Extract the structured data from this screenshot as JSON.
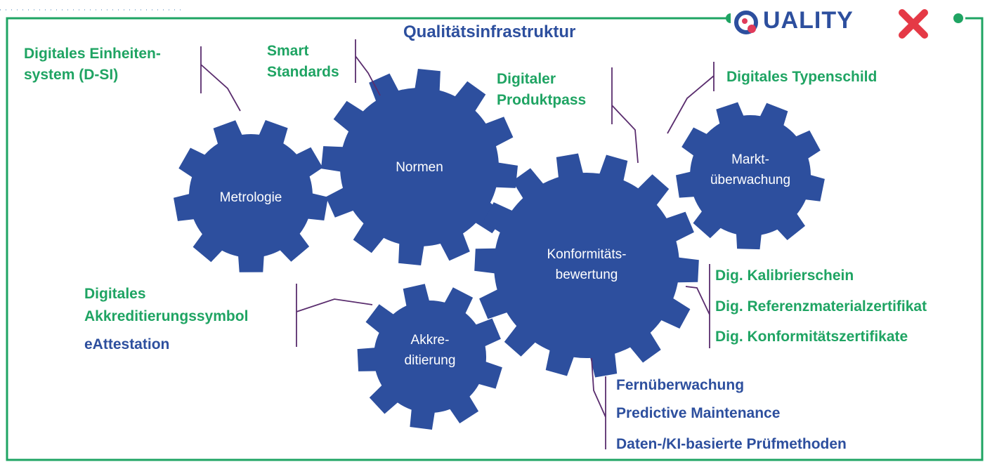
{
  "title": "Qualitätsinfrastruktur",
  "logo": {
    "text": "UALITY",
    "brand": "QUALITY X"
  },
  "colors": {
    "green": "#1fa463",
    "blue": "#2d4f9e",
    "gear": "#2d4f9e",
    "line": "#5a2d6e"
  },
  "gears": {
    "metrologie": "Metrologie",
    "normen": "Normen",
    "markt_1": "Markt-",
    "markt_2": "überwachung",
    "konf_1": "Konformitäts-",
    "konf_2": "bewertung",
    "akkr_1": "Akkre-",
    "akkr_2": "ditierung"
  },
  "labels": {
    "d_si_1": "Digitales Einheiten-",
    "d_si_2": "system (D-SI)",
    "smart_1": "Smart",
    "smart_2": "Standards",
    "produktpass_1": "Digitaler",
    "produktpass_2": "Produktpass",
    "typenschild": "Digitales Typenschild",
    "akkr_symbol_1": "Digitales",
    "akkr_symbol_2": "Akkreditierungssymbol",
    "eattestation": "eAttestation",
    "kalibrierschein": "Dig. Kalibrierschein",
    "referenzmaterial": "Dig. Referenzmaterialzertifikat",
    "konformitaetszert": "Dig. Konformitätszertifikate",
    "fernueberwachung": "Fernüberwachung",
    "predictive": "Predictive Maintenance",
    "ki_pruef": "Daten-/KI-basierte Prüfmethoden"
  }
}
